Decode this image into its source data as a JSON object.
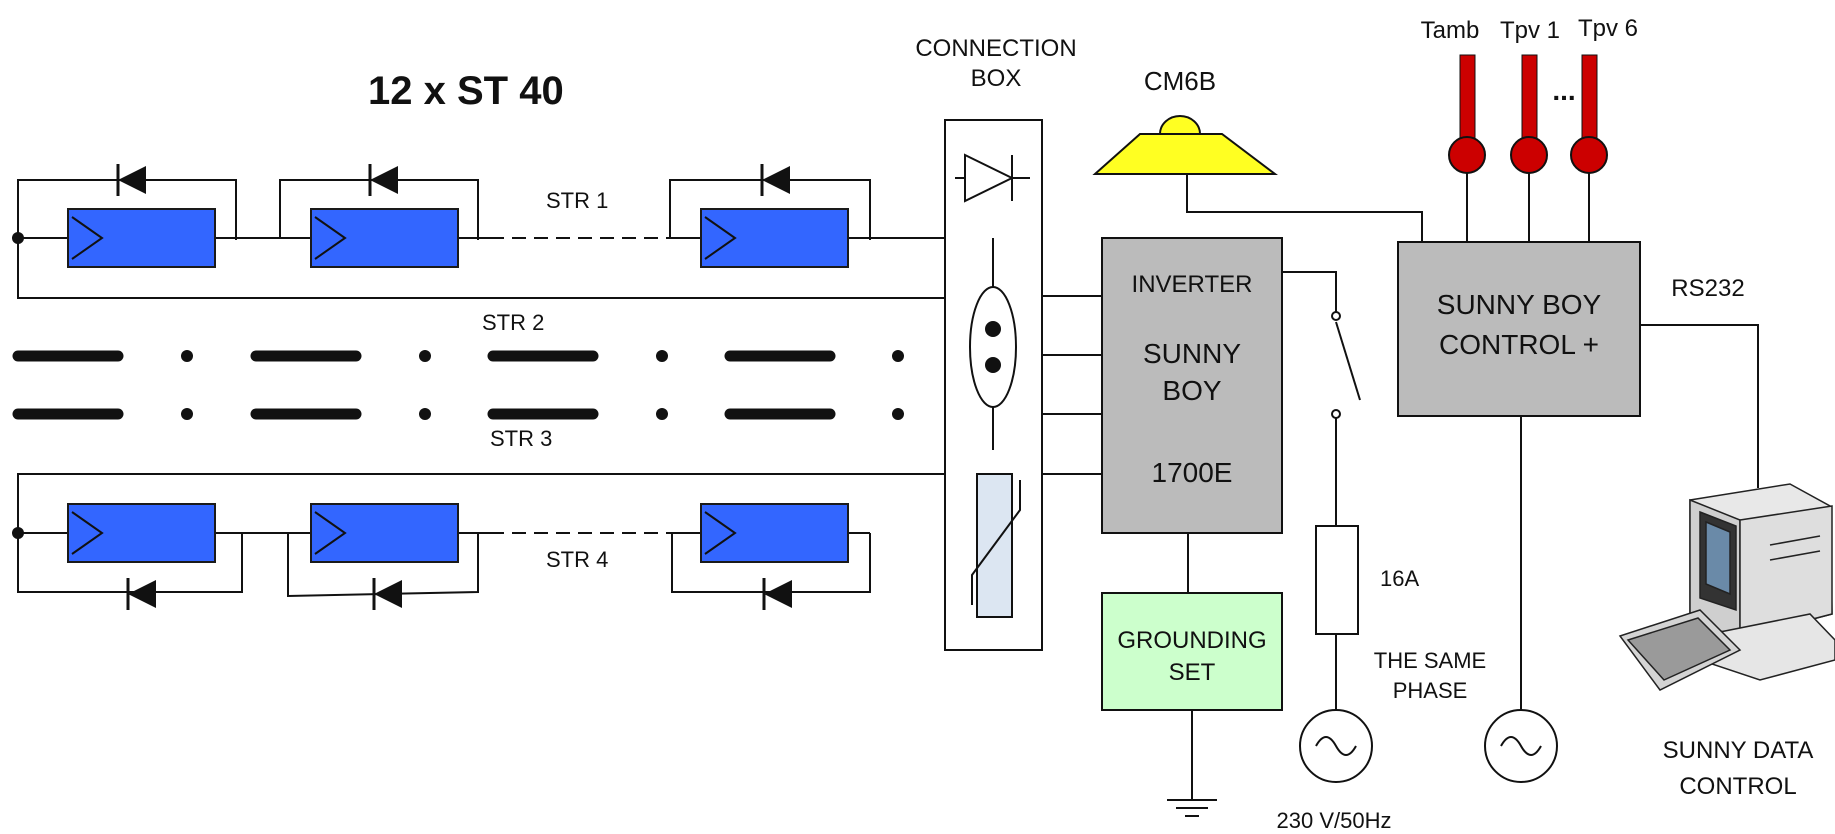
{
  "title": "12 x ST 40",
  "strings": [
    "STR 1",
    "STR 2",
    "STR 3",
    "STR 4"
  ],
  "connection_box": {
    "line1": "CONNECTION",
    "line2": "BOX"
  },
  "sensor": {
    "label": "CM6B",
    "color": "#ffff22"
  },
  "temperatures": {
    "t1": "Tamb",
    "t2": "Tpv 1",
    "t3": "Tpv 6",
    "ellipsis": "...",
    "color": "#cc0000"
  },
  "inverter": {
    "line1": "INVERTER",
    "line2": "SUNNY",
    "line3": "BOY",
    "line4": "1700E",
    "color": "#bbbbbb"
  },
  "control": {
    "line1": "SUNNY BOY",
    "line2": "CONTROL +",
    "color": "#bbbbbb"
  },
  "rs232": "RS232",
  "grounding": {
    "line1": "GROUNDING",
    "line2": "SET",
    "color": "#ccffcc"
  },
  "fuse": "16A",
  "phase": {
    "line1": "THE SAME",
    "line2": "PHASE"
  },
  "grid": "230 V/50Hz",
  "pc": {
    "line1": "SUNNY DATA",
    "line2": "CONTROL"
  },
  "panel_color": "#3366ff"
}
